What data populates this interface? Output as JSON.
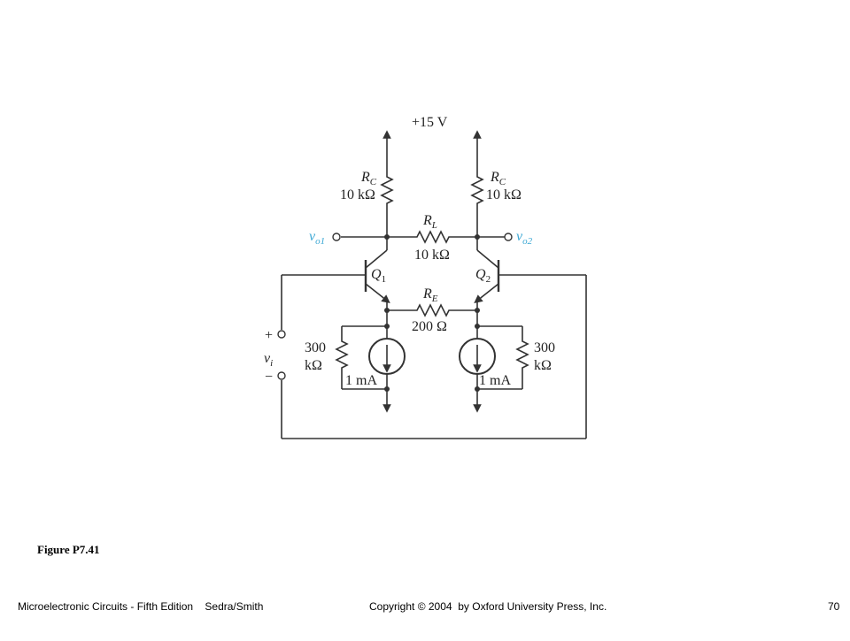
{
  "circuit": {
    "supply_label": "+15 V",
    "rc_left_name": "R",
    "rc_left_sub": "C",
    "rc_left_value": "10 kΩ",
    "rc_right_name": "R",
    "rc_right_sub": "C",
    "rc_right_value": "10 kΩ",
    "rl_name": "R",
    "rl_sub": "L",
    "rl_value": "10 kΩ",
    "re_name": "R",
    "re_sub": "E",
    "re_value": "200 Ω",
    "q1_name": "Q",
    "q1_sub": "1",
    "q2_name": "Q",
    "q2_sub": "2",
    "vo1_name": "v",
    "vo1_sub": "o1",
    "vo2_name": "v",
    "vo2_sub": "o2",
    "vi_name": "v",
    "vi_sub": "i",
    "vi_plus": "+",
    "vi_minus": "−",
    "r300_left_line1": "300",
    "r300_left_line2": "kΩ",
    "r300_right_line1": "300",
    "r300_right_line2": "kΩ",
    "i_left_value": "1 mA",
    "i_right_value": "1 mA",
    "output_color": "#3aa7d4"
  },
  "caption": "Figure P7.41",
  "footer": {
    "left": "Microelectronic Circuits - Fifth Edition    Sedra/Smith",
    "middle": "Copyright © 2004  by Oxford University Press, Inc.",
    "page": "70"
  }
}
